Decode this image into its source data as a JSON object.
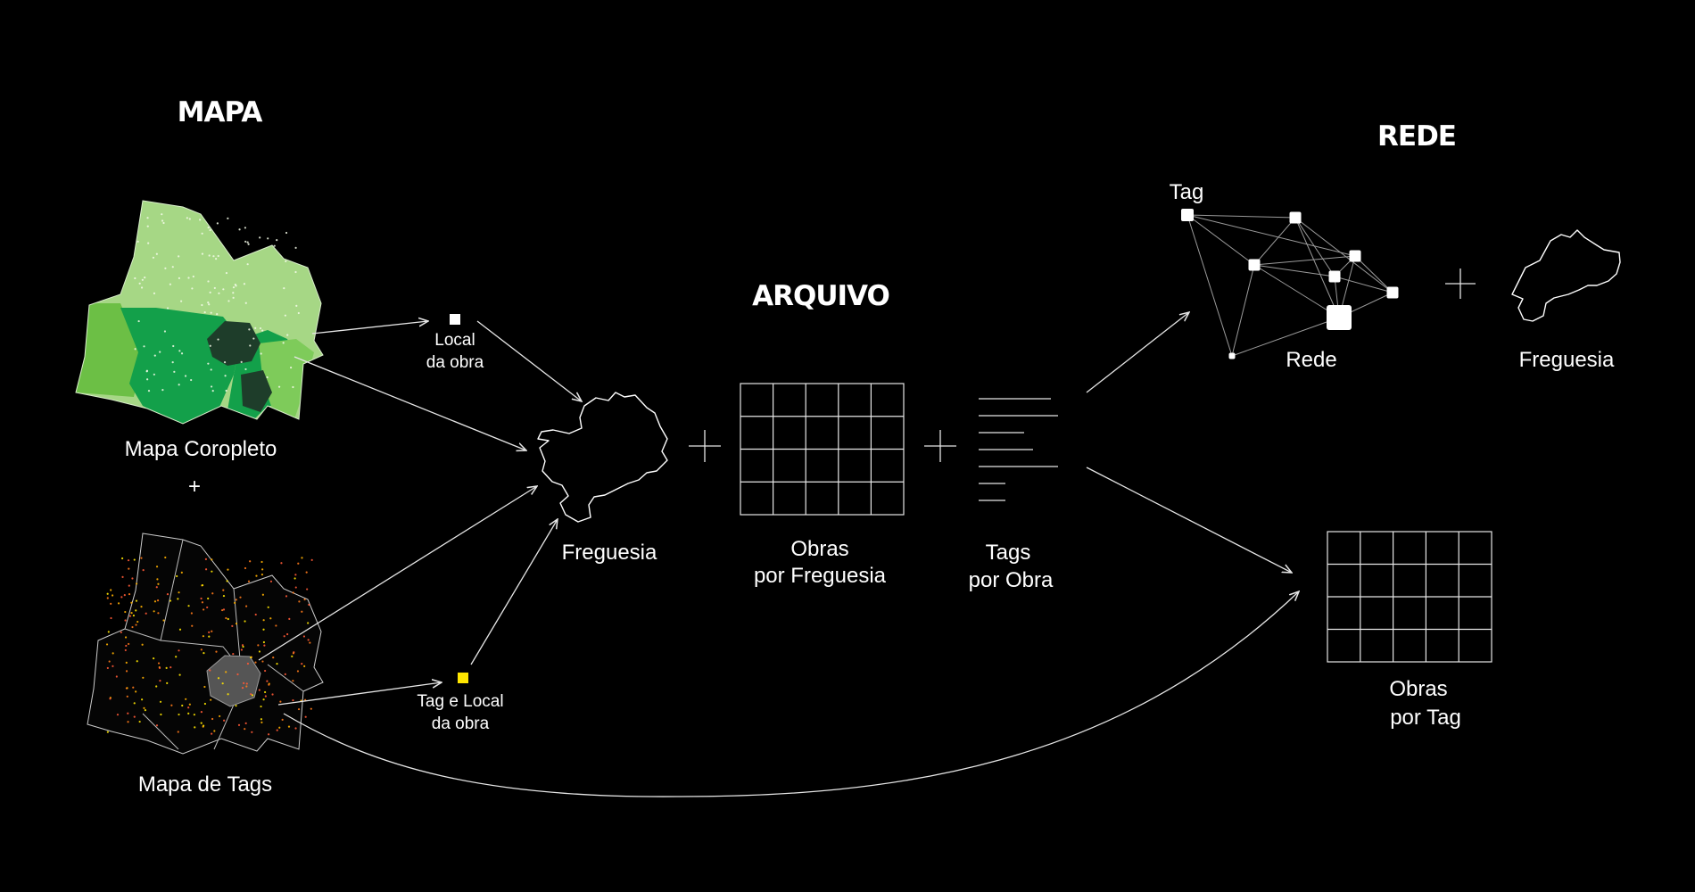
{
  "headings": {
    "mapa": "MAPA",
    "arquivo": "ARQUIVO",
    "rede": "REDE"
  },
  "labels": {
    "mapa_coropleto": "Mapa Coropleto",
    "mapa_de_tags": "Mapa de Tags",
    "local_da_obra_1": "Local",
    "local_da_obra_2": "da obra",
    "tag_local_1": "Tag e Local",
    "tag_local_2": "da obra",
    "freguesia_center": "Freguesia",
    "obras_freguesia_1": "Obras",
    "obras_freguesia_2": "por Freguesia",
    "tags_obra_1": "Tags",
    "tags_obra_2": "por Obra",
    "tag": "Tag",
    "rede": "Rede",
    "freguesia_right": "Freguesia",
    "obras_tag_1": "Obras",
    "obras_tag_2": "por Tag"
  },
  "symbols": {
    "plus": "+"
  },
  "colors": {
    "background": "#000000",
    "foreground": "#ffffff",
    "green_light": "#a6d785",
    "green_mid": "#6cbf45",
    "green_dark": "#13a04a",
    "green_darkest": "#1e3d2a",
    "tag_yellow": "#ffe600"
  }
}
